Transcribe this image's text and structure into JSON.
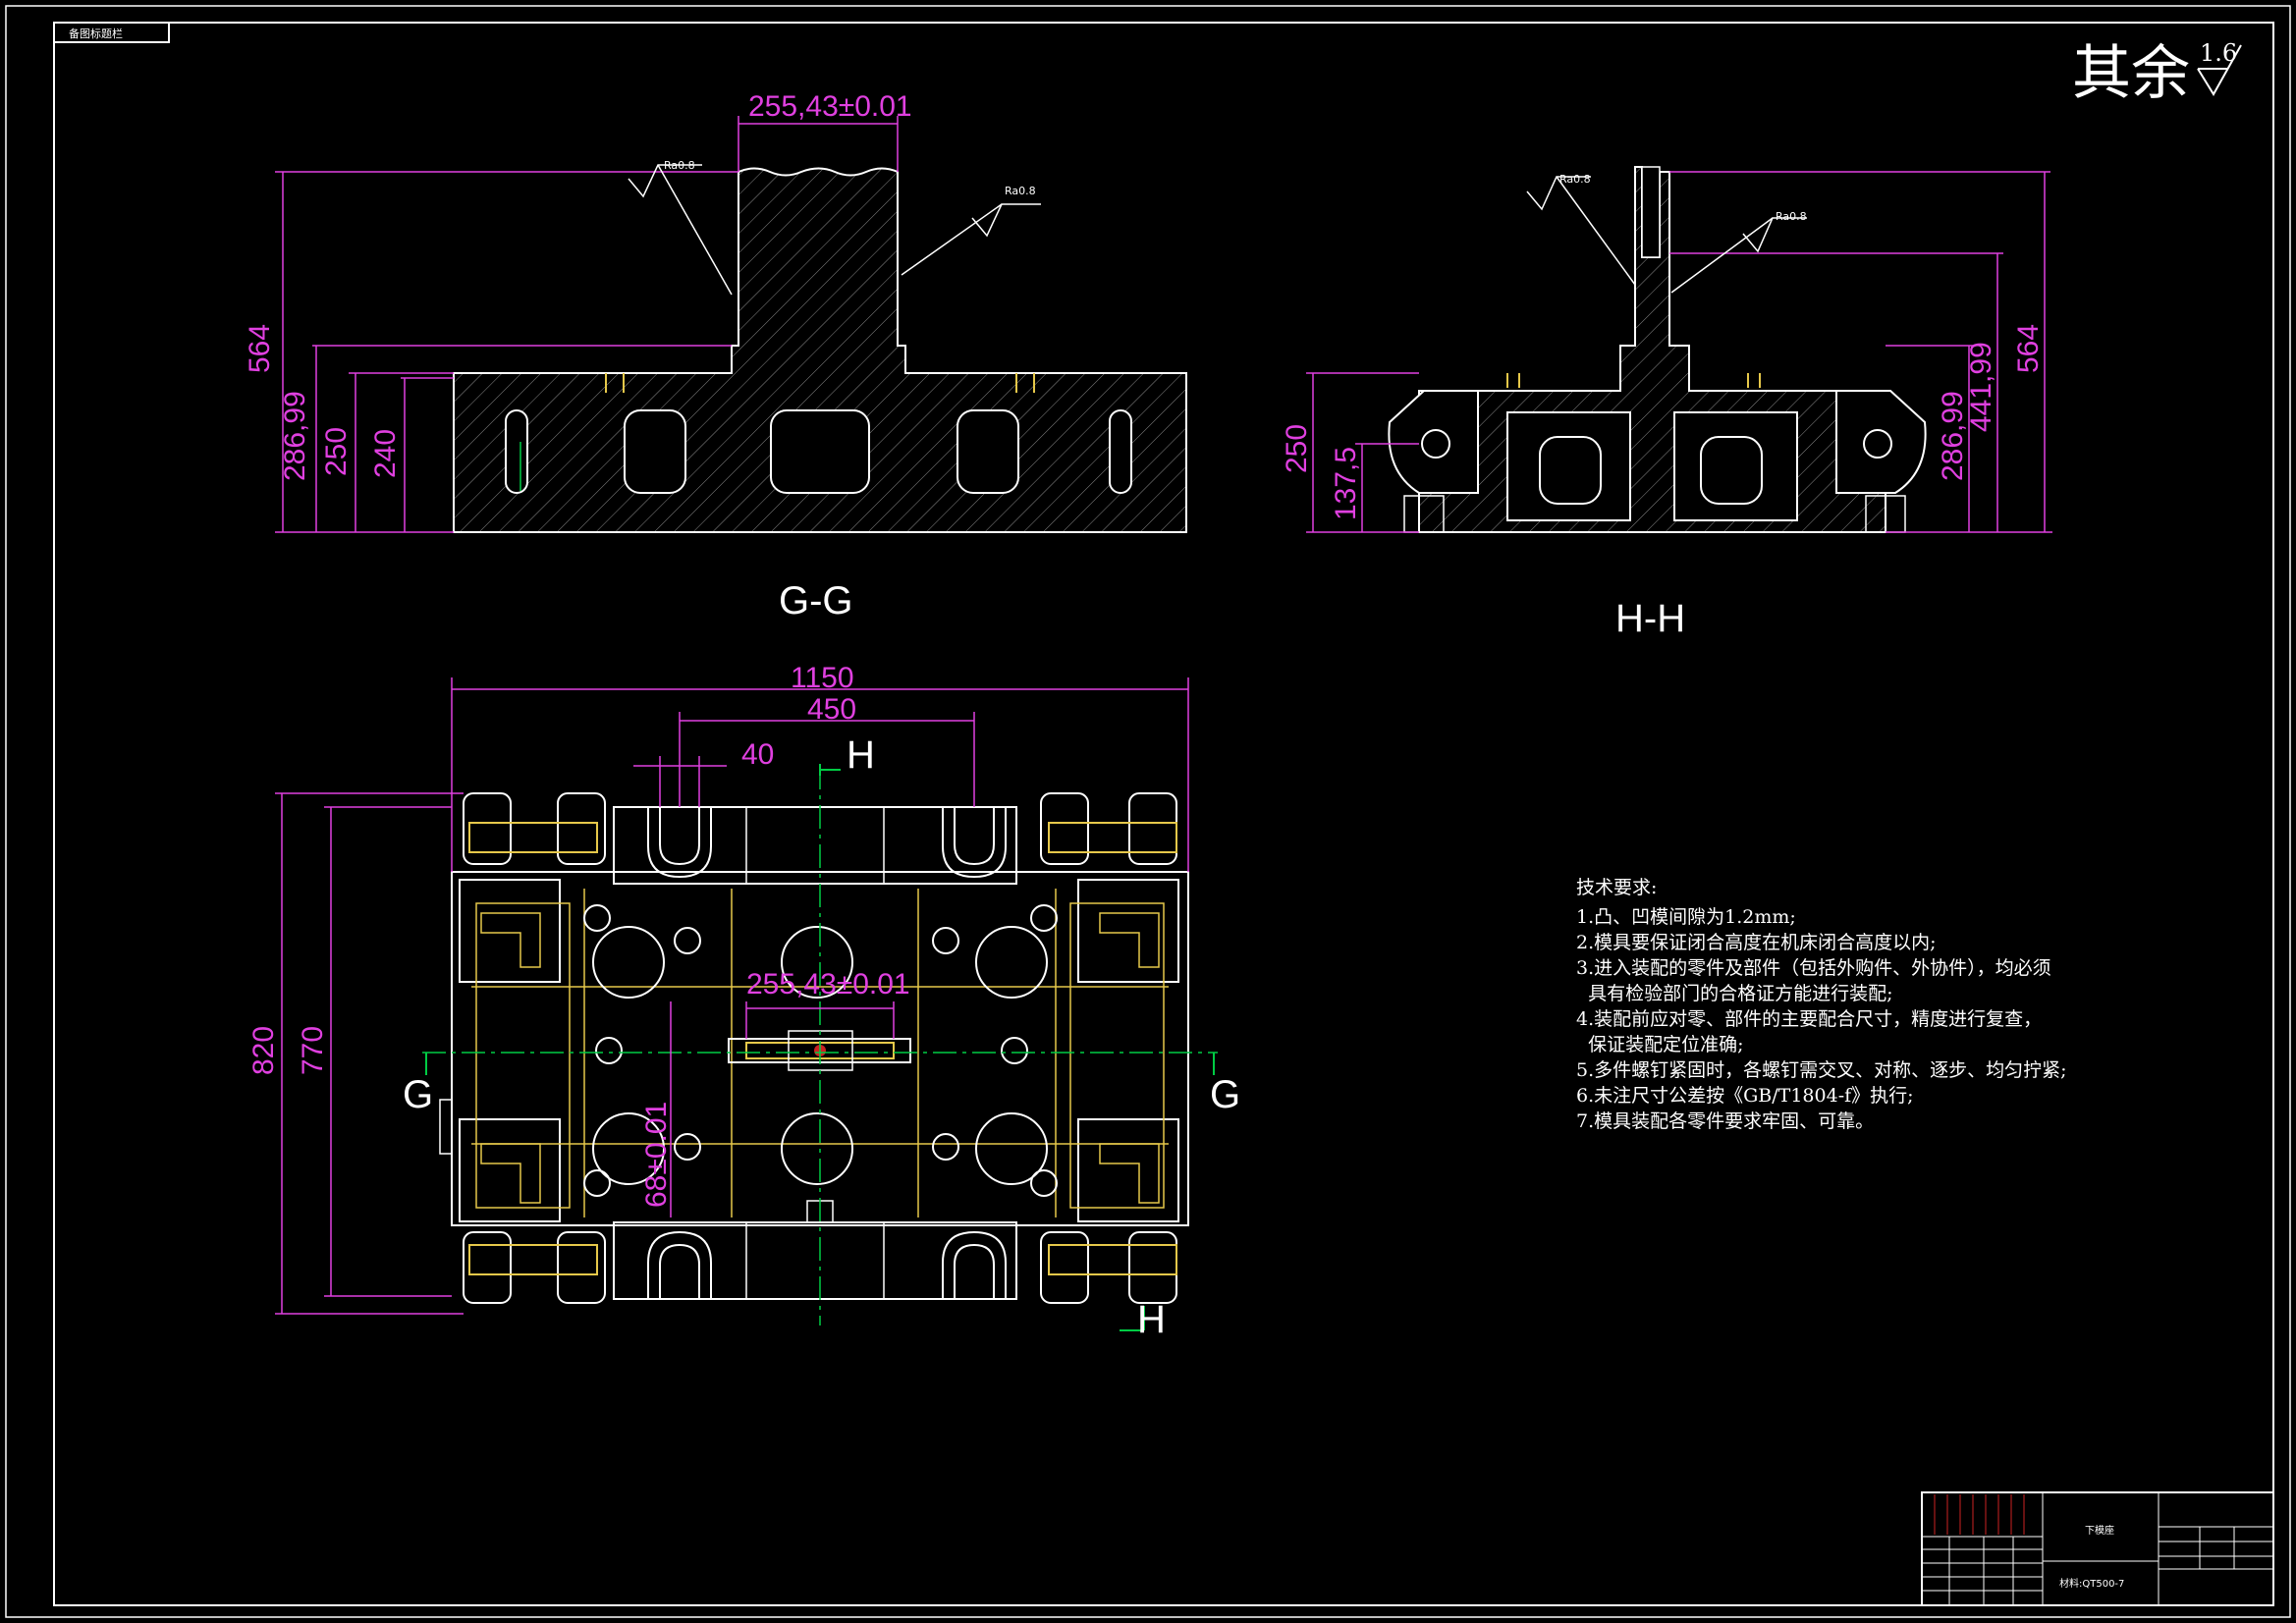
{
  "top_tab": "备图标题栏",
  "surface_roughness": {
    "text": "其余",
    "value": "1.6"
  },
  "section_gg": {
    "label": "G-G",
    "dims": {
      "top_width": "255,43±0.01",
      "h564": "564",
      "h28699": "286,99",
      "h250": "250",
      "h240": "240"
    },
    "roughness": [
      "Ra0.8",
      "Ra0.8"
    ]
  },
  "section_hh": {
    "label": "H-H",
    "dims": {
      "h250": "250",
      "h1375": "137,5",
      "h28699": "286,99",
      "h44199": "441,99",
      "h564": "564"
    },
    "roughness": [
      "Ra0.8",
      "Ra0.8"
    ]
  },
  "plan_view": {
    "dims": {
      "w1150": "1150",
      "w450": "450",
      "w40": "40",
      "center": "255,43±0.01",
      "h820": "820",
      "h770": "770",
      "v68": "68±0.01"
    },
    "markers": {
      "h_top": "H",
      "h_bottom": "H",
      "g_left": "G",
      "g_right": "G"
    }
  },
  "tech_requirements": {
    "title": "技术要求:",
    "items": [
      "1.凸、凹模间隙为1.2mm;",
      "2.模具要保证闭合高度在机床闭合高度以内;",
      "3.进入装配的零件及部件（包括外购件、外协件），均必须",
      "  具有检验部门的合格证方能进行装配;",
      "4.装配前应对零、部件的主要配合尺寸，精度进行复查，",
      "  保证装配定位准确;",
      "5.多件螺钉紧固时，各螺钉需交叉、对称、逐步、均匀拧紧;",
      "6.未注尺寸公差按《GB/T1804-f》执行;",
      "7.模具装配各零件要求牢固、可靠。"
    ]
  },
  "title_block": {
    "part_name": "下模座",
    "material": "材料:QT500-7"
  },
  "colors": {
    "background": "#000000",
    "outline": "#ffffff",
    "dimension": "#e040e0",
    "centerline": "#00cc44",
    "hidden": "#e6c84a",
    "marker": "#cc2222"
  }
}
